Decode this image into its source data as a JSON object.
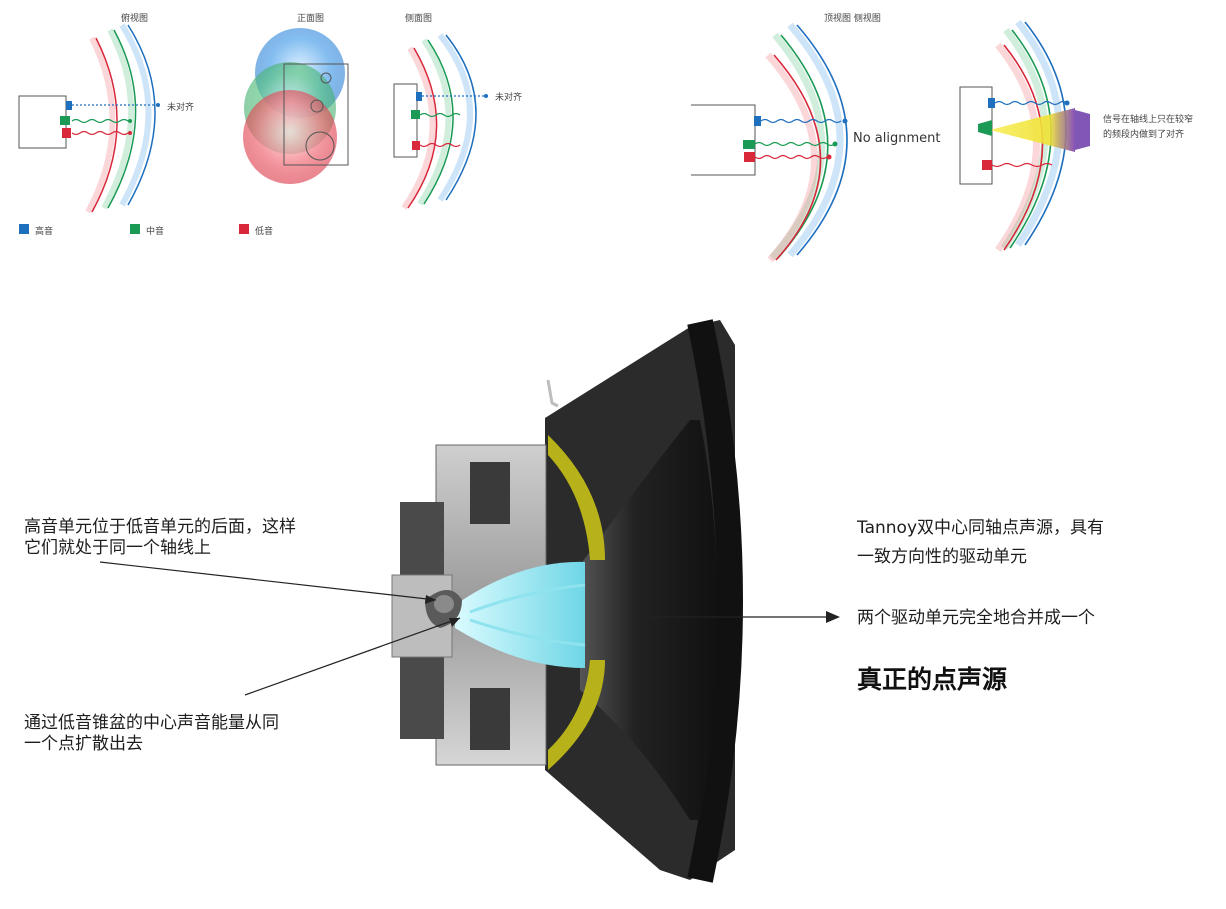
{
  "diagram1": {
    "views": {
      "perspective": "俯视图",
      "front": "正面图",
      "side": "侧面图"
    },
    "misaligned_1": "未对齐",
    "misaligned_2": "未对齐",
    "legend": {
      "treble": "高音",
      "mid": "中音",
      "bass": "低音"
    }
  },
  "diagram2": {
    "title": "顶视图 侧视图",
    "no_alignment": "No alignment",
    "note_line1": "信号在轴线上只在较窄",
    "note_line2": "的频段内做到了对齐"
  },
  "speaker": {
    "left_note_1_line1": "高音单元位于低音单元的后面，这样",
    "left_note_1_line2": "它们就处于同一个轴线上",
    "left_note_2_line1": "通过低音锥盆的中心声音能量从同",
    "left_note_2_line2": "一个点扩散出去",
    "right_note_line1": "Tannoy双中心同轴点声源，具有",
    "right_note_line2": "一致方向性的驱动单元",
    "merge_note": "两个驱动单元完全地合并成一个",
    "headline": "真正的点声源"
  },
  "colors": {
    "treble": "#1f6fbf",
    "mid": "#1b9a55",
    "bass": "#d8283a",
    "cone_yellow": "#b8b21a",
    "horn": "#2a2a2a"
  }
}
